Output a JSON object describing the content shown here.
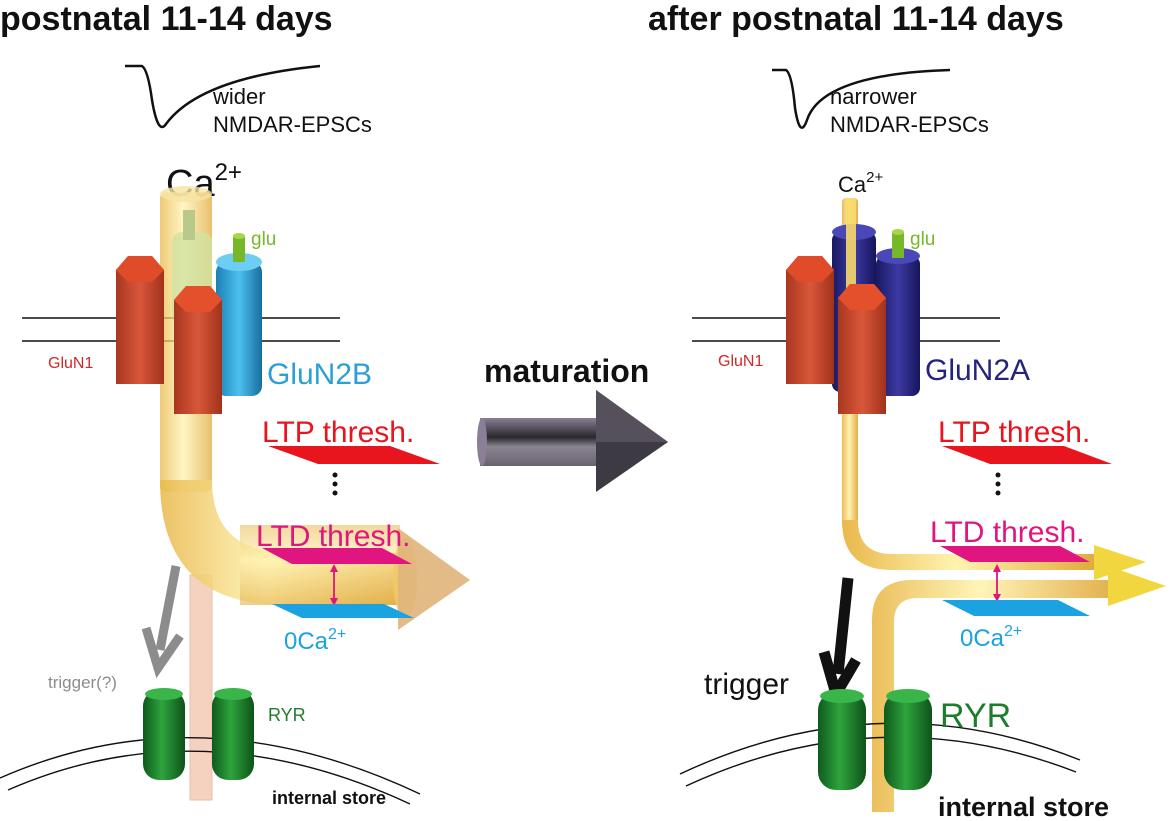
{
  "left_panel": {
    "heading": "postnatal 11-14 days",
    "trace_label_line1": "wider",
    "trace_label_line2": "NMDAR-EPSCs",
    "ion_base": "Ca",
    "ion_charge": "2+",
    "glu": "glu",
    "glun1": "GluN1",
    "glun2": "GluN2B",
    "ltp": "LTP thresh.",
    "ltd": "LTD thresh.",
    "zero_base": "0Ca",
    "zero_charge": "2+",
    "trigger": "trigger(?)",
    "ryr": "RYR",
    "store": "internal store"
  },
  "middle": {
    "maturation": "maturation"
  },
  "right_panel": {
    "heading": "after postnatal 11-14 days",
    "trace_label_line1": "narrower",
    "trace_label_line2": "NMDAR-EPSCs",
    "ion_base": "Ca",
    "ion_charge": "2+",
    "glu": "glu",
    "glun1": "GluN1",
    "glun2": "GluN2A",
    "ltp": "LTP thresh.",
    "ltd": "LTD thresh.",
    "zero_base": "0Ca",
    "zero_charge": "2+",
    "trigger": "trigger",
    "ryr": "RYR",
    "store": "internal store"
  },
  "colors": {
    "glun1": "#cc4a2c",
    "glun2b": "#2b9fd6",
    "glun2a": "#25247d",
    "ltp": "#e8141e",
    "ltd": "#e0157f",
    "zero_ca": "#1aa3e0",
    "ryr": "#1e7d2d",
    "glu": "#76b82a",
    "ca_tube": "#f5d76a",
    "arrow": "#4a4550"
  }
}
